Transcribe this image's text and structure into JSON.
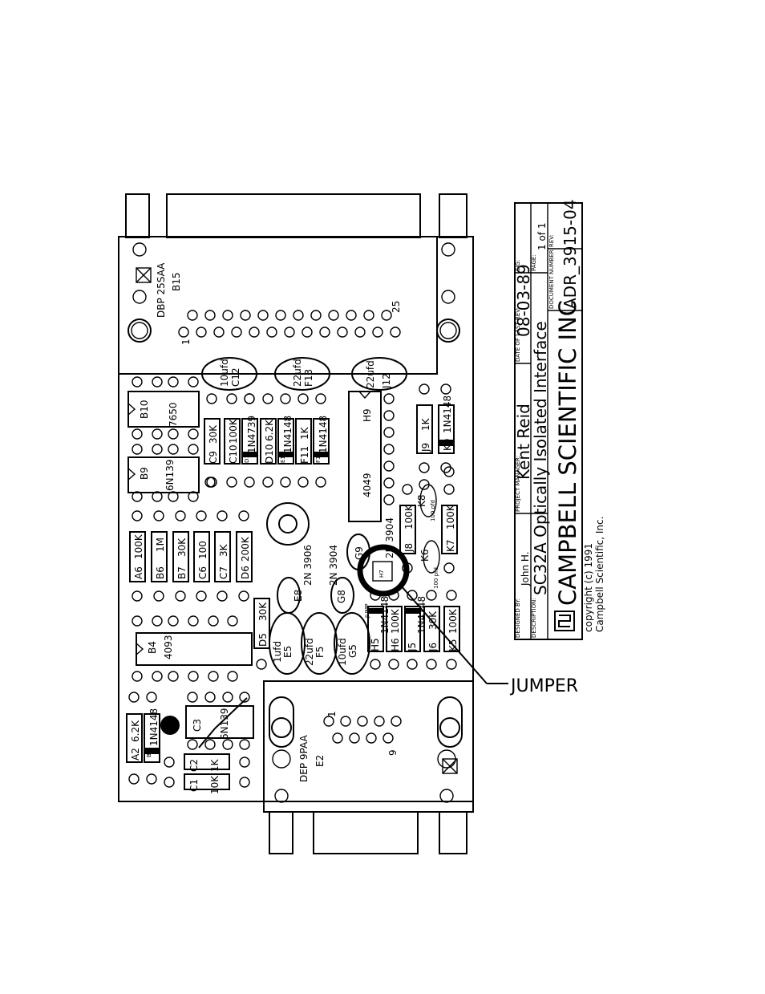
{
  "components": {
    "r_a6": "A6",
    "r_a6_val": "100K",
    "r_b6": "B6",
    "r_b6_val": "1M",
    "r_b7": "B7",
    "r_b7_val": "30K",
    "r_c6": "C6",
    "r_c6_val": "100",
    "r_c7": "C7",
    "r_c7_val": "3K",
    "r_d6": "D6",
    "r_d6_val": "200K",
    "r_c9": "C9",
    "r_c9_val": "30K",
    "r_c10": "C10",
    "r_c10_val": "100K",
    "d_d10": "D10",
    "d_d10_val": "6.2K",
    "z_d11": "D11",
    "z_d11_val": "1N4739",
    "d_e10": "E10",
    "d_e10_val": "1N4148",
    "r_f11": "F11",
    "r_f11_val": "1K",
    "d_f10": "F10",
    "d_f10_val": "1N4148",
    "r_j9": "J9",
    "r_j9_val": "1K",
    "d_k9": "K9",
    "d_k9_val": "1N4148",
    "r_j8": "J8",
    "r_j8_val": "100K",
    "r_k7": "K7",
    "r_k7_val": "100K",
    "r_k5": "K5",
    "r_k5_val": "100K",
    "r_j6": "J6",
    "r_j6_val": "30K",
    "r_h6": "H6",
    "r_h6_val": "100K",
    "d_h5": "H5",
    "d_h5_val": "1N4148",
    "d_j5": "J5",
    "d_j5_val": "1N4148",
    "r_d5": "D5",
    "r_d5_val": "30K",
    "r_a2": "A2",
    "r_a2_val": "6.2K",
    "d_b2": "B2",
    "d_b2_val": "1N4148",
    "r_c2": "C2",
    "r_c2_val": "1K",
    "r_c1": "C1",
    "r_c1_val": "10K",
    "ic_b10": "B10",
    "ic_b10_val": "7650",
    "ic_b9": "B9",
    "ic_b9_val": "6N139",
    "ic_b4": "B4",
    "ic_b4_val": "4093",
    "ic_h9": "H9",
    "ic_h9_val": "4049",
    "ic_c3": "C3",
    "ic_c3_val": "6N139",
    "cap_c12": "C12",
    "cap_c12_val": "10ufd",
    "cap_f13": "F13",
    "cap_f13_val": "22ufd",
    "cap_j12": "J12",
    "cap_j12_val": "22ufd",
    "cap_e5": "E5",
    "cap_e5_val": "1ufd",
    "cap_f5": "F5",
    "cap_f5_val": "22ufd",
    "cap_g5": "G5",
    "cap_g5_val": "10ufd",
    "cap_k8": "K8",
    "cap_k8_val": "100 pfd",
    "cap_k6": "K6",
    "cap_k6_val": "100 pfd",
    "q_e8": "E8",
    "q_e8_type": "2N 3906",
    "q_g8": "G8",
    "q_g8_type": "2N 3904",
    "q_g9": "G9",
    "q_g9_type": "2N 3904",
    "jumper_ref": "JUMP",
    "jumper_h7": "H7",
    "conn_top": "DBP 25SAA",
    "conn_top_ref": "B15",
    "conn_top_pin1": "1",
    "conn_top_pin25": "25",
    "conn_bottom": "DEP 9PAA",
    "conn_bottom_ref": "E2",
    "conn_bottom_pin1": "1",
    "conn_bottom_pin9": "9"
  },
  "callout": {
    "label": "JUMPER"
  },
  "title_block": {
    "designed_by_label": "DESIGNED BY:",
    "designed_by": "John H.",
    "project_manager_label": "PROJECT MANAGER:",
    "project_manager": "Kent Reid",
    "date_label": "DATE OF LAST REV:",
    "date": "08-03-89",
    "sig_label": "SIG:",
    "description_label": "DESCRIPTION:",
    "description": "SC32A Optically Isolated Interface",
    "page_label": "PAGE:",
    "page": "1 of 1",
    "company": "CAMPBELL SCIENTIFIC INC",
    "doc_number_label": "DOCUMENT NUMBER:",
    "doc_number": "ADR_3915-04",
    "rev_label": "REV:",
    "copyright": "copyright (c) 1991",
    "copyright_owner": "Campbell Scientific, Inc."
  }
}
